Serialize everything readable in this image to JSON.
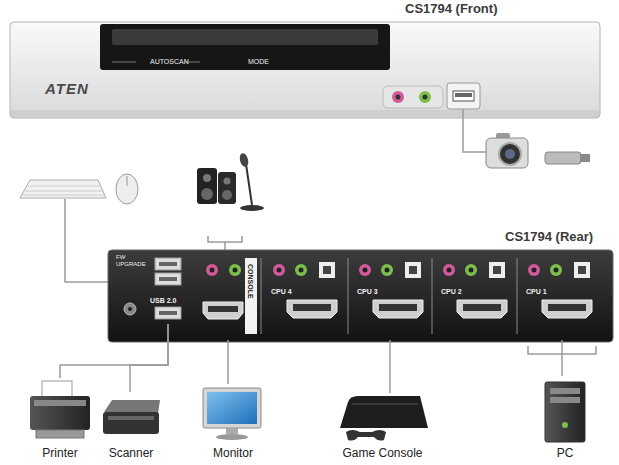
{
  "diagram": {
    "nodes": [
      {
        "text": [
          "CS1794 (Front)",
          "ATEN",
          "AUTOSCAN",
          "MODE"
        ]
      },
      {
        "text": [
          "CS1794 (Rear)"
        ]
      },
      {
        "text": [
          "USB 2.0"
        ],
        "in": 1
      },
      {
        "text": [
          "CONSOLE"
        ],
        "in": 1
      },
      {
        "text": [
          "CPU 4"
        ],
        "in": 1
      },
      {
        "text": [
          "CPU 3"
        ],
        "in": 1
      },
      {
        "text": [
          "CPU 2"
        ],
        "in": 1
      },
      {
        "text": [
          "CPU 1"
        ],
        "in": 1
      },
      {
        "text": [
          "Printer"
        ]
      },
      {
        "text": [
          "Scanner"
        ]
      },
      {
        "text": [
          "Monitor"
        ]
      },
      {
        "text": [
          "Game Console"
        ]
      },
      {
        "text": [
          "PC"
        ]
      }
    ],
    "edges": [
      {
        "from": 8,
        "to": 2,
        "arrow": "none"
      },
      {
        "from": 9,
        "to": 2,
        "arrow": "none"
      },
      {
        "from": 10,
        "to": 3,
        "arrow": "none"
      },
      {
        "from": 11,
        "to": 5,
        "arrow": "none"
      },
      {
        "from": 12,
        "to": 7,
        "arrow": "none"
      }
    ],
    "labels": [
      "FW UPGRADE"
    ]
  }
}
